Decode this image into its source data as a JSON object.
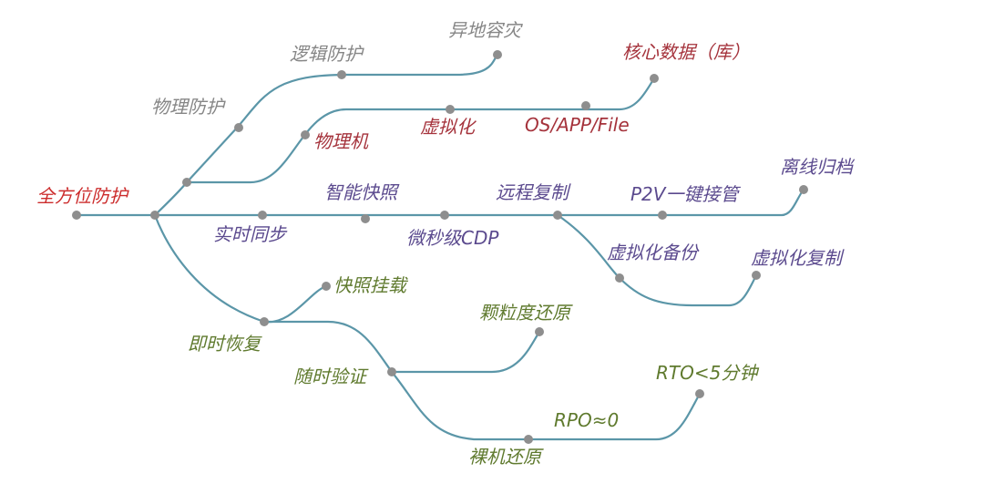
{
  "colors": {
    "line": "#5b96a8",
    "node": "#8e8e8e",
    "root": "#cc2c2c",
    "gray": "#868686",
    "red": "#a5333c",
    "purple": "#5b4a8e",
    "green": "#5f7a2e"
  },
  "labels": {
    "root": "全方位防护",
    "physical_protection": "物理防护",
    "logical_protection": "逻辑防护",
    "offsite_dr": "异地容灾",
    "physical_machine": "物理机",
    "virtualization": "虚拟化",
    "os_app_file": "OS/APP/File",
    "core_data": "核心数据（库）",
    "realtime_sync": "实时同步",
    "smart_snapshot": "智能快照",
    "micro_cdp": "微秒级CDP",
    "remote_replication": "远程复制",
    "p2v_takeover": "P2V一键接管",
    "offline_archive": "离线归档",
    "virt_backup": "虚拟化备份",
    "virt_replication": "虚拟化复制",
    "instant_recovery": "即时恢复",
    "snapshot_mount": "快照挂载",
    "anytime_verify": "随时验证",
    "granular_restore": "颗粒度还原",
    "bare_metal_restore": "裸机还原",
    "rpo": "RPO≈0",
    "rto": "RTO<5分钟"
  }
}
